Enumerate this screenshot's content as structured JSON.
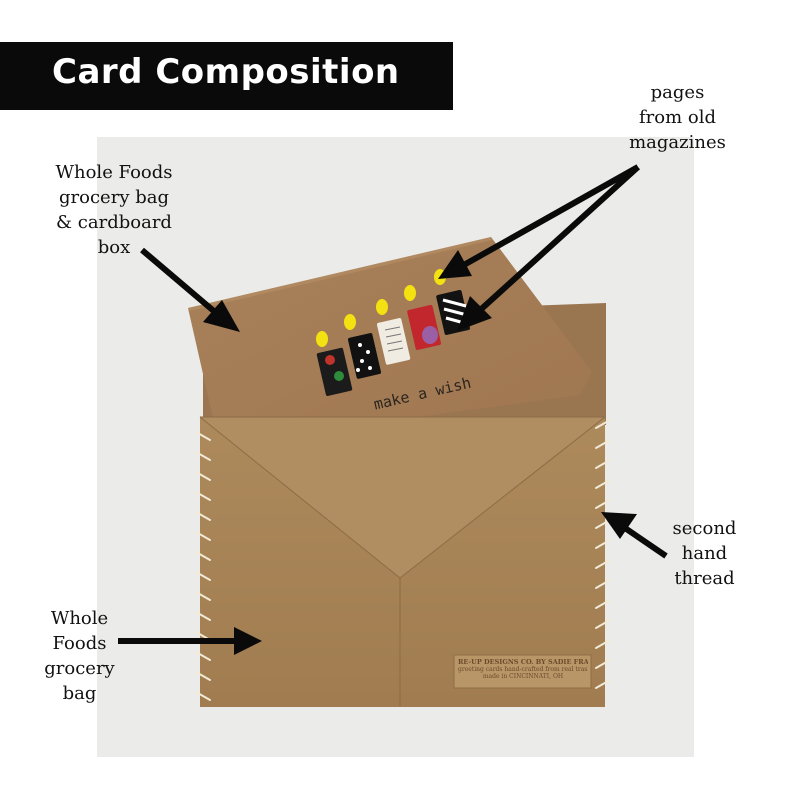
{
  "title": "Card Composition",
  "labels": {
    "card_material": [
      "Whole Foods",
      "grocery bag",
      "& cardboard",
      "box"
    ],
    "candle_material": [
      "pages",
      "from old",
      "magazines"
    ],
    "thread": [
      "second",
      "hand",
      "thread"
    ],
    "envelope_material": [
      "Whole",
      "Foods",
      "grocery",
      "bag"
    ]
  },
  "card": {
    "text": "make a wish"
  },
  "stamp": {
    "title": "RE-UP DESIGNS CO. BY SADIE FRANCES",
    "line1": "greeting cards hand-crafted from real trash",
    "line2": "made in CINCINNATI, OH"
  },
  "colors": {
    "kraft_card": "#a98054",
    "kraft_envelope": "#a78356",
    "flame": "#f4e111",
    "thread": "#f2ead6",
    "title_bar": "#0a0a0a"
  }
}
